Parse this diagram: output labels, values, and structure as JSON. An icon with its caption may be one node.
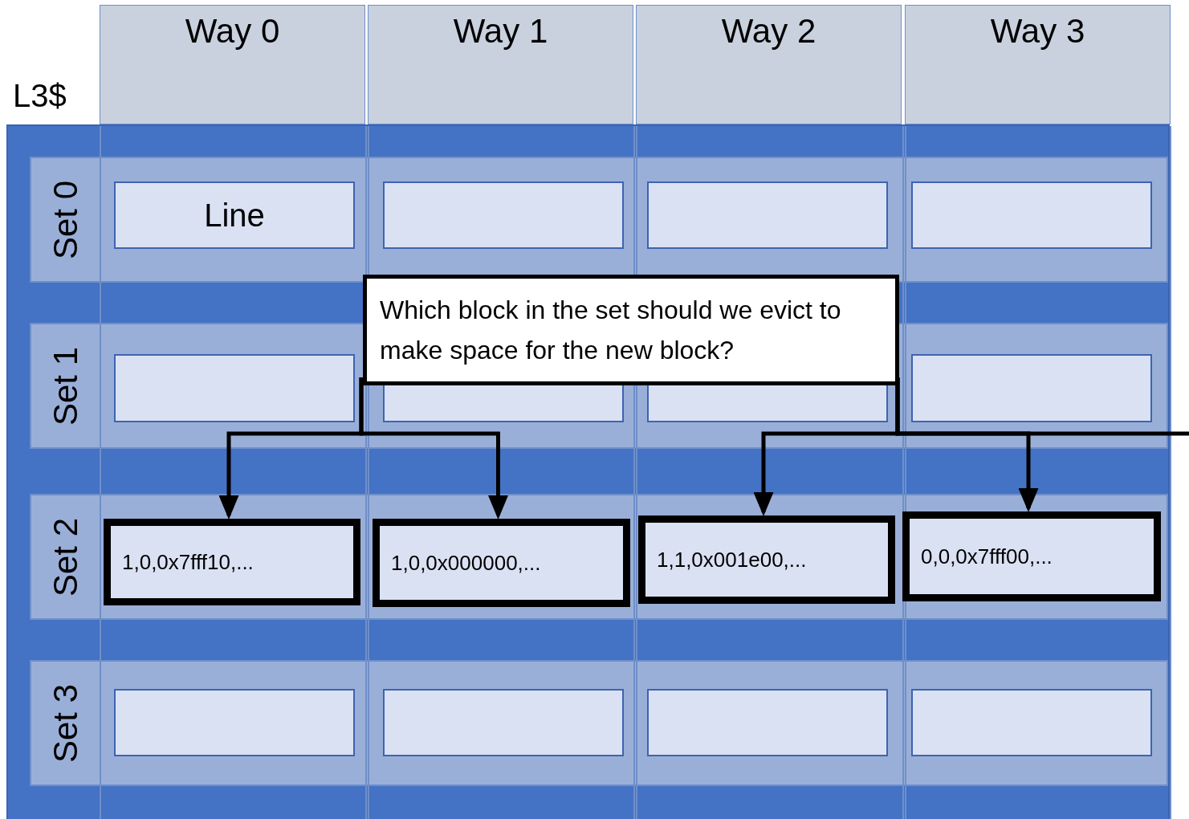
{
  "diagram": {
    "nodes": [
      {
        "text": [
          "L3$"
        ]
      },
      {
        "text": [
          "Way 0"
        ]
      },
      {
        "text": [
          "Way 1"
        ]
      },
      {
        "text": [
          "Way 2"
        ]
      },
      {
        "text": [
          "Way 3"
        ]
      },
      {
        "text": [
          "Set 0"
        ],
        "in": 0
      },
      {
        "text": [
          "Line"
        ],
        "in": 5
      },
      {
        "text": [],
        "shape": "box",
        "in": 5
      },
      {
        "text": [],
        "shape": "box",
        "in": 5
      },
      {
        "text": [],
        "shape": "box",
        "in": 5
      },
      {
        "text": [
          "Set 1"
        ],
        "in": 0
      },
      {
        "text": [],
        "shape": "box",
        "in": 10
      },
      {
        "text": [],
        "shape": "box",
        "in": 10
      },
      {
        "text": [],
        "shape": "box",
        "in": 10
      },
      {
        "text": [],
        "shape": "box",
        "in": 10
      },
      {
        "text": [
          "Set 2"
        ],
        "in": 0
      },
      {
        "text": [
          "1,0,0x7fff10,..."
        ],
        "in": 15
      },
      {
        "text": [
          "1,0,0x000000,..."
        ],
        "in": 15
      },
      {
        "text": [
          "1,1,0x001e00,..."
        ],
        "in": 15
      },
      {
        "text": [
          "0,0,0x7fff00,..."
        ],
        "in": 15
      },
      {
        "text": [
          "Set 3"
        ],
        "in": 0
      },
      {
        "text": [],
        "shape": "box",
        "in": 20
      },
      {
        "text": [],
        "shape": "box",
        "in": 20
      },
      {
        "text": [],
        "shape": "box",
        "in": 20
      },
      {
        "text": [],
        "shape": "box",
        "in": 20
      },
      {
        "text": [
          "Which block in the set should we evict to make space for the new block?"
        ],
        "in": 0
      }
    ],
    "edges": [
      {
        "from": 25,
        "to": 16,
        "arrow": "to"
      },
      {
        "from": 25,
        "to": 17,
        "arrow": "to"
      },
      {
        "from": 25,
        "to": 18,
        "arrow": "to"
      },
      {
        "from": 25,
        "to": 19,
        "arrow": "to"
      },
      {
        "from": 25,
        "to": null,
        "arrow": "none"
      }
    ]
  }
}
